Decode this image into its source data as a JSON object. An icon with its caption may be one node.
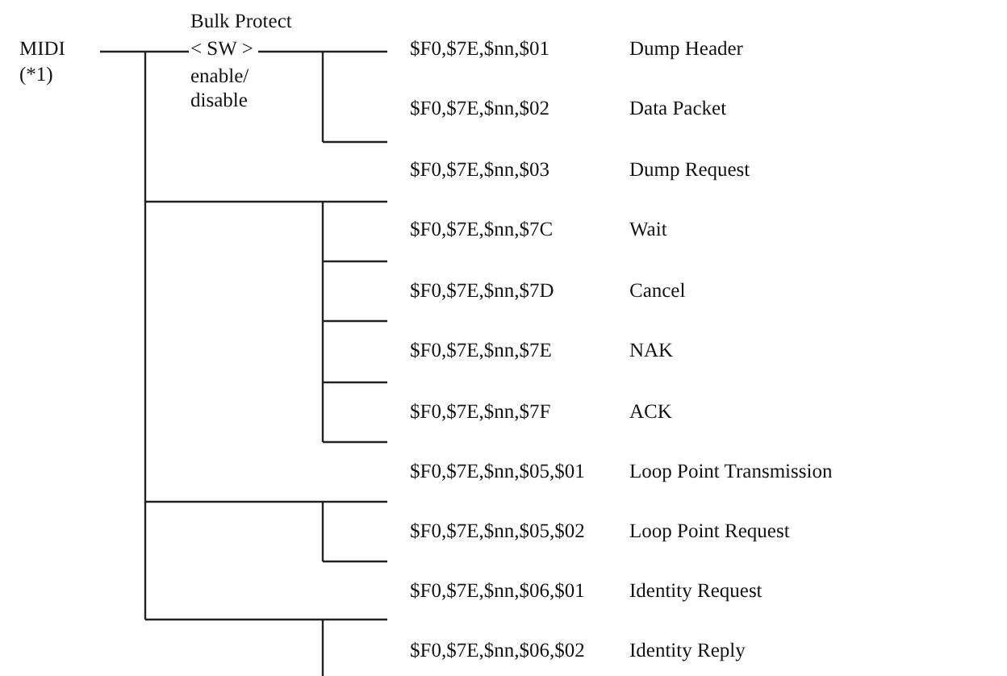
{
  "diagram": {
    "labels": [
      "MIDI",
      "(*1)",
      "Bulk Protect",
      "< SW >",
      "enable/ disable",
      "$F0,$7E,$nn,$01",
      "Dump Header",
      "$F0,$7E,$nn,$02",
      "Data Packet",
      "$F0,$7E,$nn,$03",
      "Dump Request",
      "$F0,$7E,$nn,$7C",
      "Wait",
      "$F0,$7E,$nn,$7D",
      "Cancel",
      "$F0,$7E,$nn,$7E",
      "NAK",
      "$F0,$7E,$nn,$7F",
      "ACK",
      "$F0,$7E,$nn,$05,$01",
      "Loop Point Transmission",
      "$F0,$7E,$nn,$05,$02",
      "Loop Point Request",
      "$F0,$7E,$nn,$06,$01",
      "Identity Request",
      "$F0,$7E,$nn,$06,$02",
      "Identity Reply"
    ]
  }
}
